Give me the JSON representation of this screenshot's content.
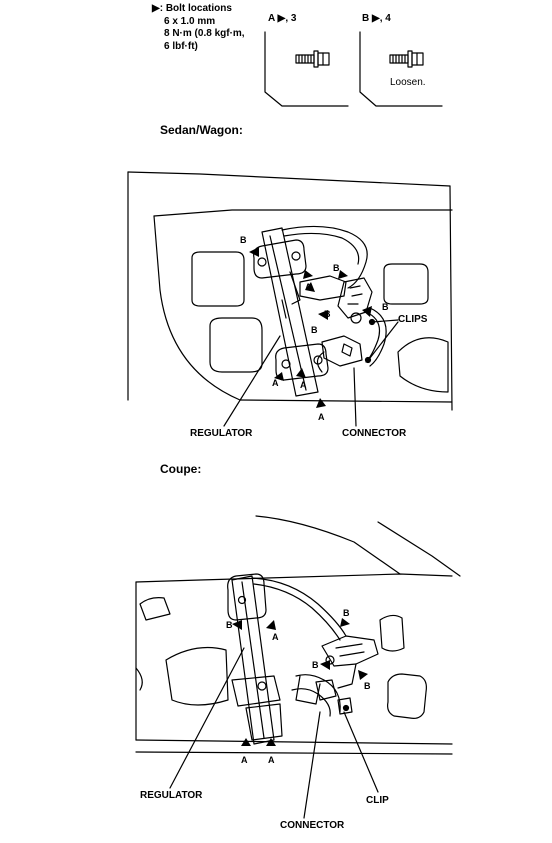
{
  "legend": {
    "symbol": "▶:",
    "title": "Bolt locations",
    "size": "6 x 1.0 mm",
    "torque_nm": "8 N·m (0.8 kgf·m,",
    "torque_lbf": "6 lbf·ft)"
  },
  "bolt_panels": [
    {
      "label": "A ▶, 3",
      "note": ""
    },
    {
      "label": "B ▶, 4",
      "note": "Loosen."
    }
  ],
  "sedan": {
    "heading": "Sedan/Wagon:",
    "callouts": {
      "regulator": "REGULATOR",
      "connector": "CONNECTOR",
      "clips": "CLIPS"
    },
    "marks": [
      "B",
      "B",
      "B",
      "B",
      "B",
      "A",
      "A",
      "A",
      "A"
    ]
  },
  "coupe": {
    "heading": "Coupe:",
    "callouts": {
      "regulator": "REGULATOR",
      "connector": "CONNECTOR",
      "clip": "CLIP"
    },
    "marks": [
      "B",
      "A",
      "B",
      "B",
      "B",
      "A",
      "A"
    ]
  },
  "colors": {
    "ink": "#000000",
    "background": "#ffffff"
  }
}
